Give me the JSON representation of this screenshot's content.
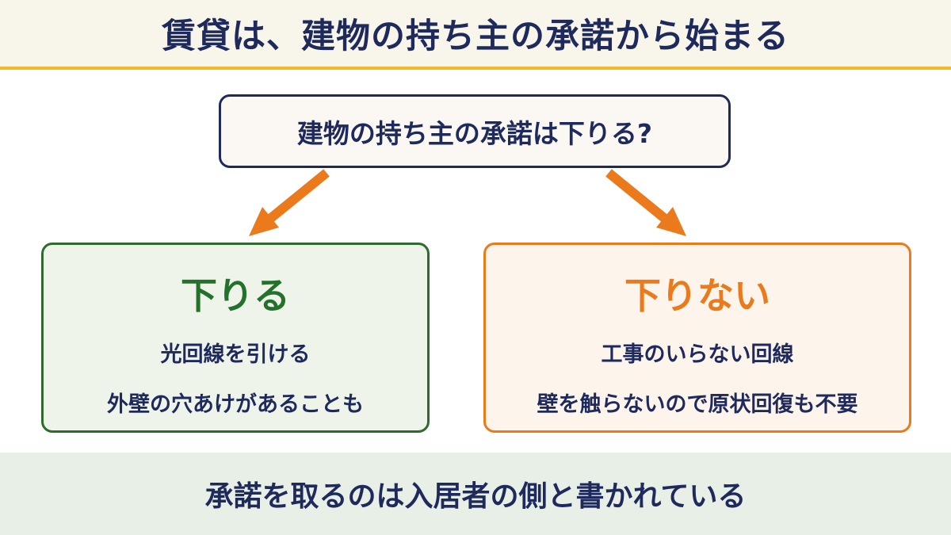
{
  "header": {
    "title": "賃貸は、建物の持ち主の承諾から始まる"
  },
  "question": {
    "text": "建物の持ち主の承諾は下りる?"
  },
  "options": [
    {
      "heading": "下りる",
      "lines": [
        "光回線を引ける",
        "外壁の穴あけがあることも"
      ],
      "color": "#24712b"
    },
    {
      "heading": "下りない",
      "lines": [
        "工事のいらない回線",
        "壁を触らないので原状回復も不要"
      ],
      "color": "#ea7a1c"
    }
  ],
  "footer": {
    "text": "承諾を取るのは入居者の側と書かれている"
  },
  "colors": {
    "navy": "#1f2a5c",
    "accent_yellow": "#f2b827",
    "arrow_orange": "#ea7a1c",
    "green": "#24712b"
  },
  "icons": {
    "arrow_left": "arrow-down-left-icon",
    "arrow_right": "arrow-down-right-icon"
  }
}
